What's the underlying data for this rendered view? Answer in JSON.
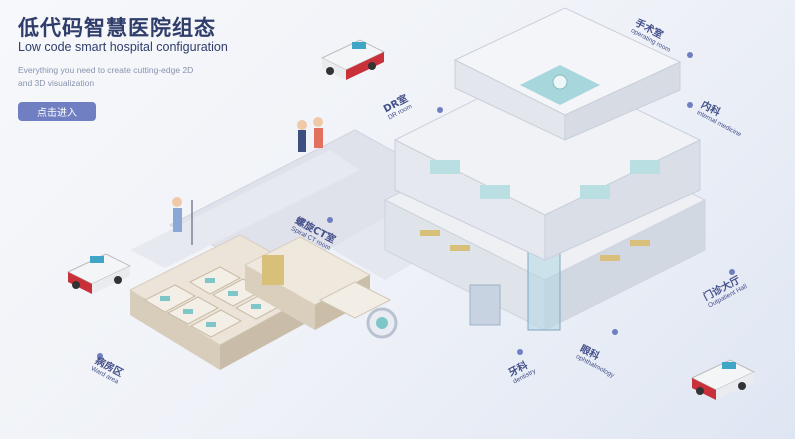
{
  "hero": {
    "title": "低代码智慧医院组态",
    "subtitle": "Low code smart hospital configuration",
    "description": "Everything you need to create cutting-edge 2D and 3D visualization",
    "cta_label": "点击进入"
  },
  "areas": {
    "operating": {
      "zh": "手术室",
      "en": "operating room"
    },
    "dr": {
      "zh": "DR室",
      "en": "DR room"
    },
    "internal": {
      "zh": "内科",
      "en": "internal medicine"
    },
    "spiral_ct": {
      "zh": "螺旋CT室",
      "en": "Spiral CT room"
    },
    "outpatient": {
      "zh": "门诊大厅",
      "en": "Outpatient Hall"
    },
    "ophthalmology": {
      "zh": "眼科",
      "en": "ophthalmology"
    },
    "dentistry": {
      "zh": "牙科",
      "en": "dentistry"
    },
    "ward": {
      "zh": "病房区",
      "en": "Ward area"
    }
  },
  "colors": {
    "brand": "#2f3d6b",
    "accent": "#6f7fc2",
    "ambulance_red": "#c8313a",
    "teal": "#7fc6c9"
  },
  "icons": [
    "ambulance-icon",
    "location-pin-icon"
  ]
}
